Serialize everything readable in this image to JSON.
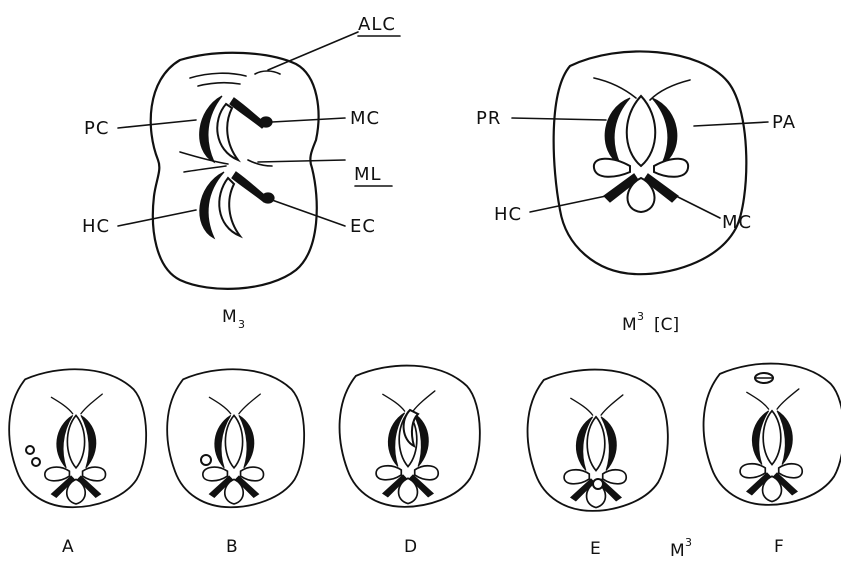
{
  "m3_lower": {
    "labels": {
      "alc": "ALC",
      "pc": "PC",
      "mc": "MC",
      "ml": "ML",
      "hc": "HC",
      "ec": "EC"
    },
    "caption_base": "M",
    "caption_sub": "3"
  },
  "m3_upper": {
    "labels": {
      "pr": "PR",
      "pa": "PA",
      "hc": "HC",
      "mc": "MC"
    },
    "caption_base": "M",
    "caption_sup": "3",
    "caption_suffix": "[C]"
  },
  "variants": {
    "labels": [
      "A",
      "B",
      "D",
      "E",
      "F"
    ],
    "group_base": "M",
    "group_sup": "3"
  }
}
